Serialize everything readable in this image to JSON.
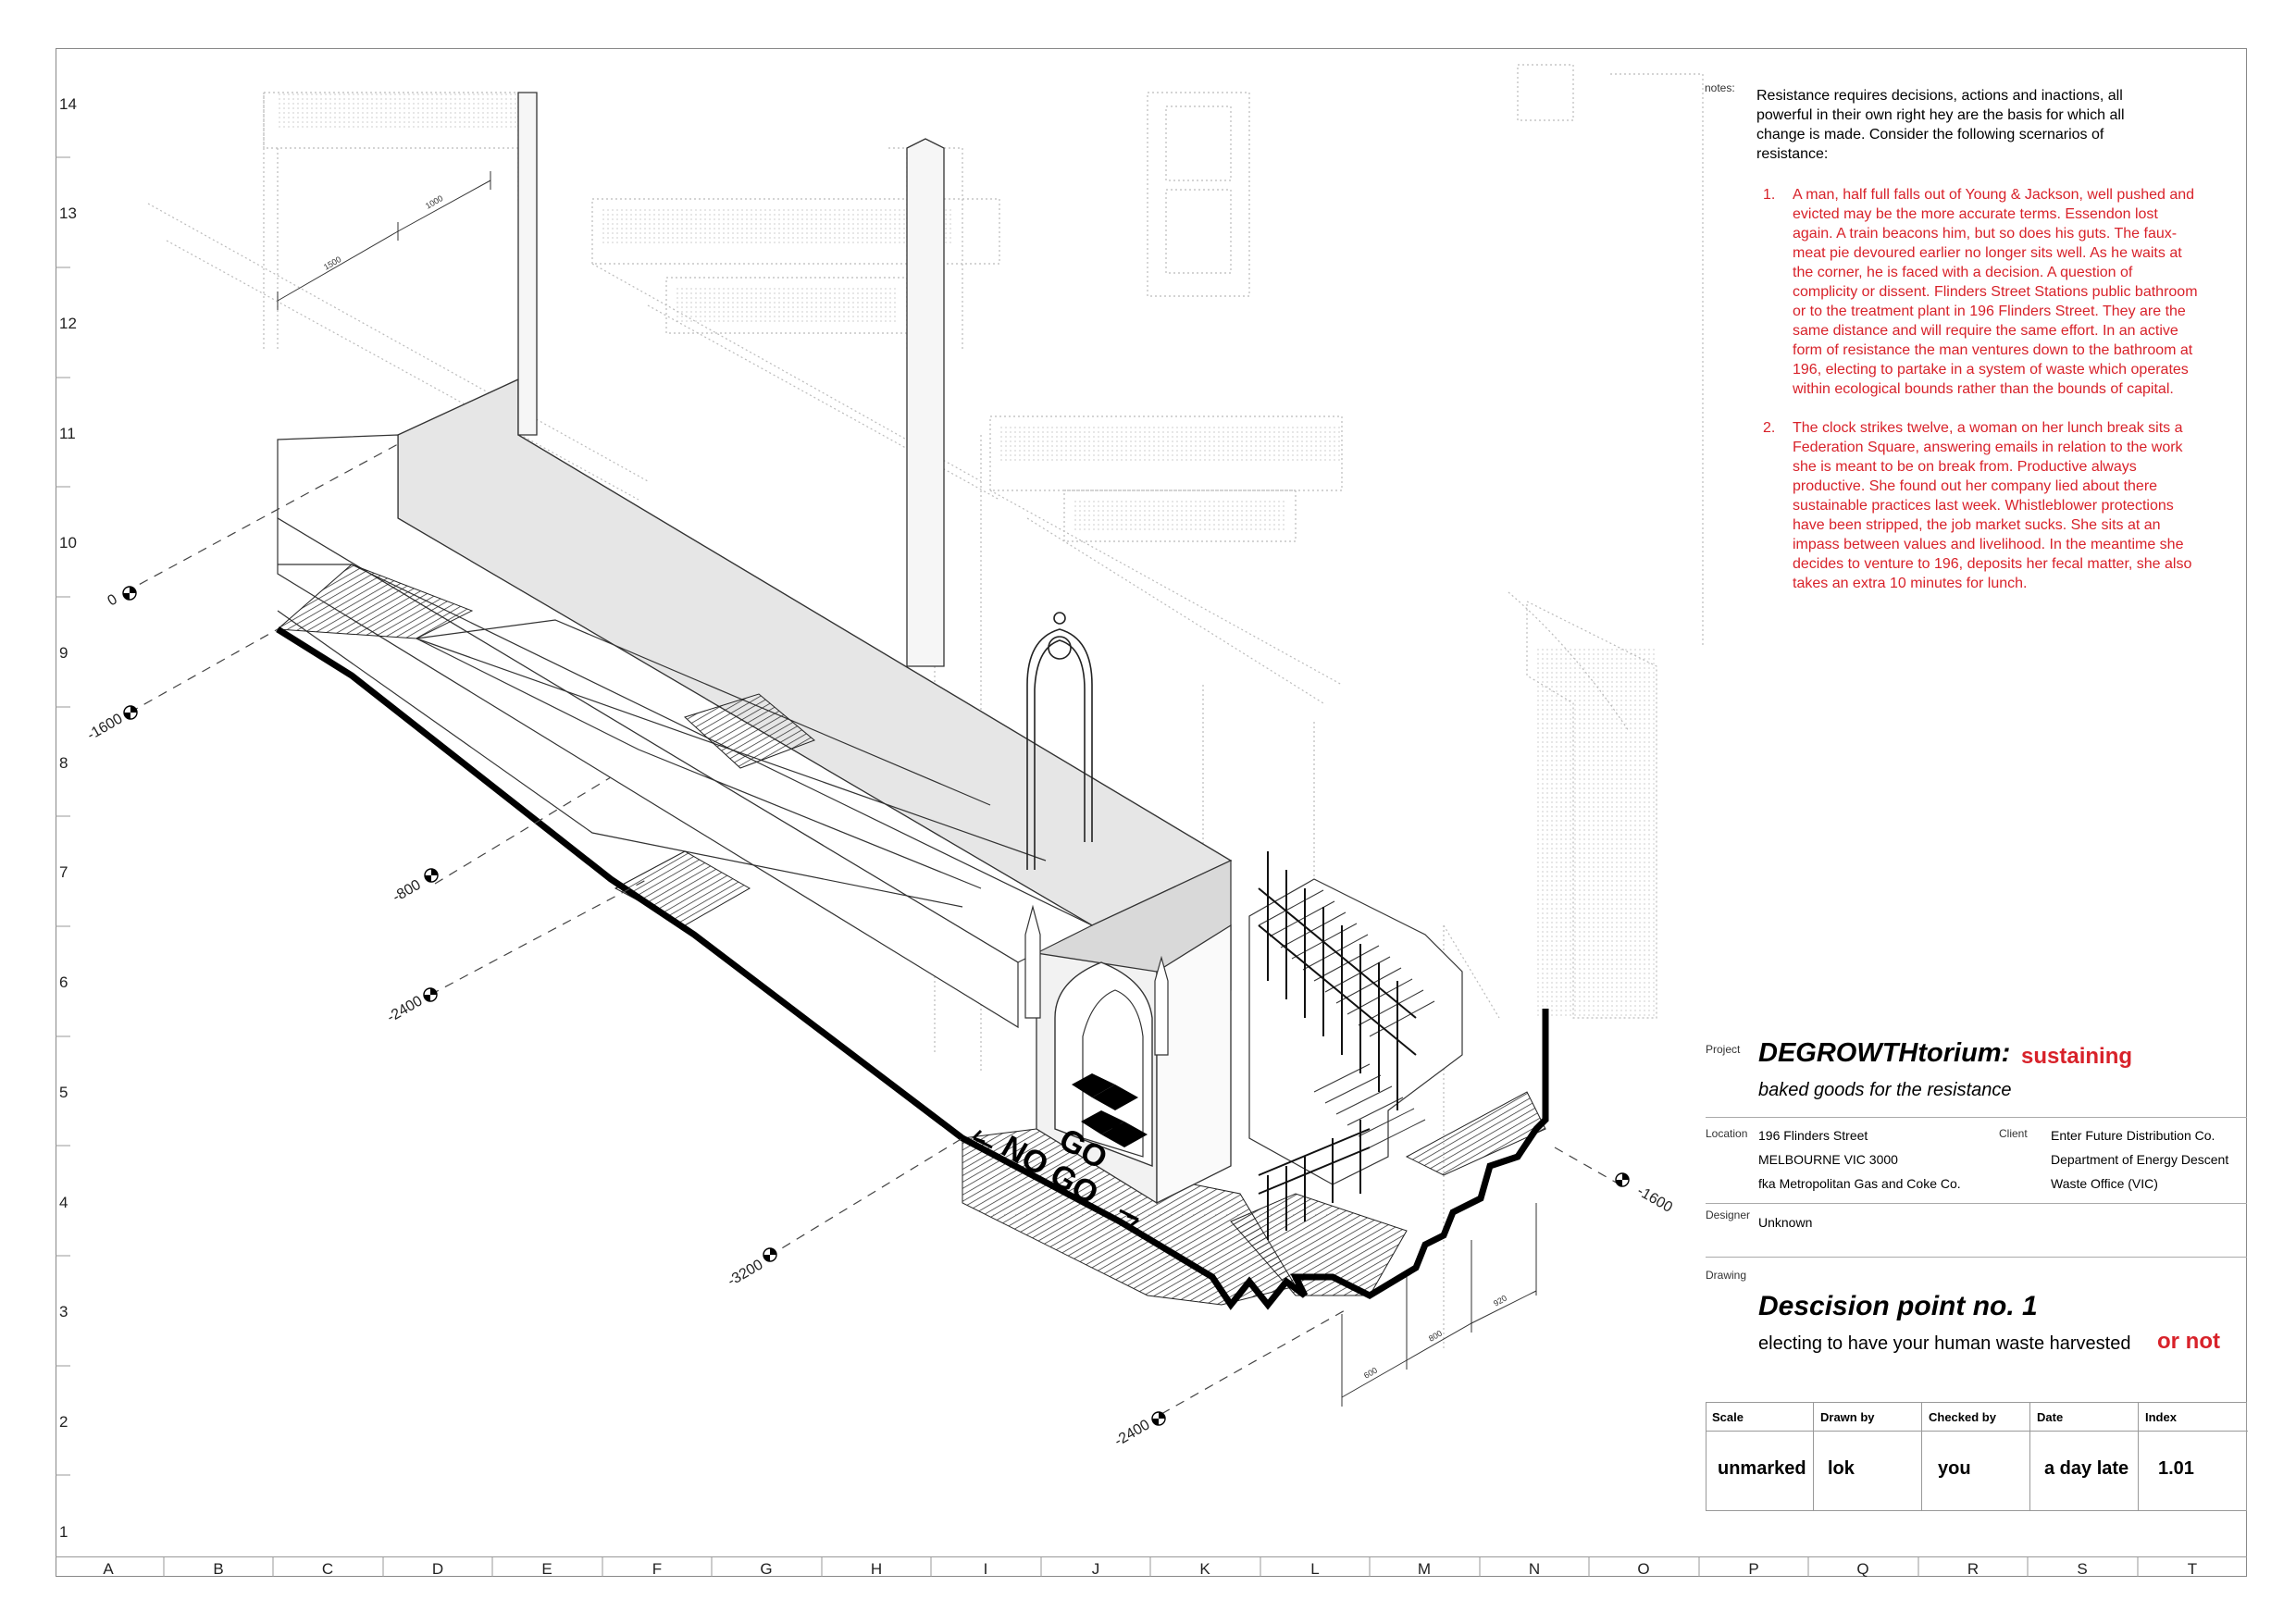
{
  "grid": {
    "rows": [
      "14",
      "13",
      "12",
      "11",
      "10",
      "9",
      "8",
      "7",
      "6",
      "5",
      "4",
      "3",
      "2",
      "1"
    ],
    "columns": [
      "A",
      "B",
      "C",
      "D",
      "E",
      "F",
      "G",
      "H",
      "I",
      "J",
      "K",
      "L",
      "M",
      "N",
      "O",
      "P",
      "Q",
      "R",
      "S",
      "T"
    ]
  },
  "drawing": {
    "levels": {
      "l0": "0",
      "l_1600a": "-1600",
      "l_800": "-800",
      "l_2400a": "-2400",
      "l_3200": "-3200",
      "l_2400b": "-2400",
      "l_1600b": "-1600"
    },
    "dimensions": {
      "d1500": "1500",
      "d1000": "1000",
      "d600": "600",
      "d800": "800",
      "d920": "920"
    },
    "signage": {
      "go": "GO",
      "nogo": "NO GO"
    }
  },
  "notes": {
    "label": "notes:",
    "intro": "Resistance requires decisions, actions and inactions, all powerful in their own right hey are the basis for which all change is made. Consider the following scernarios of resistance:",
    "items": [
      {
        "num": "1.",
        "text": "A man, half full falls out of Young & Jackson, well pushed and evicted may be the more accurate terms. Essendon lost again. A train beacons him, but so does his guts. The faux-meat pie devoured earlier no longer sits well. As he waits at the corner, he is faced with a decision. A question of complicity or dissent. Flinders Street Stations public bathroom or to the treatment plant in 196 Flinders Street. They are the same distance and will require the same effort. In an active form of resistance the man ventures down to the bathroom at 196, electing to partake in a system of waste which operates within ecological bounds rather than the bounds of capital."
      },
      {
        "num": "2.",
        "text": "The clock strikes twelve, a woman on her lunch break sits a Federation Square, answering emails in relation to the work she is meant to be on break from. Productive always productive. She found out her company lied about there sustainable practices last week. Whistleblower protections have been stripped, the job market sucks. She sits at an impass between values and livelihood. In the meantime she decides to venture to 196, deposits her fecal matter, she also takes an extra 10 minutes for lunch."
      }
    ]
  },
  "titleblock": {
    "project_label": "Project",
    "project_title": "DEGROWTHtorium:",
    "project_subtitle": "sustaining",
    "project_desc": "baked goods for the resistance",
    "location_label": "Location",
    "location_lines": [
      "196 Flinders Street",
      "MELBOURNE VIC 3000",
      "fka Metropolitan Gas and Coke Co."
    ],
    "client_label": "Client",
    "client_lines": [
      "Enter Future Distribution Co.",
      "Department of Energy Descent",
      "Waste Office (VIC)"
    ],
    "designer_label": "Designer",
    "designer": "Unknown",
    "drawing_label": "Drawing",
    "drawing_title": "Descision point no. 1",
    "drawing_subtitle": "electing to have your human waste harvested",
    "drawing_subtitle_red": "or not",
    "table_headers": [
      "Scale",
      "Drawn by",
      "Checked by",
      "Date",
      "Index"
    ],
    "table_values": [
      "unmarked",
      "lok",
      "you",
      "a day late",
      "1.01"
    ]
  }
}
